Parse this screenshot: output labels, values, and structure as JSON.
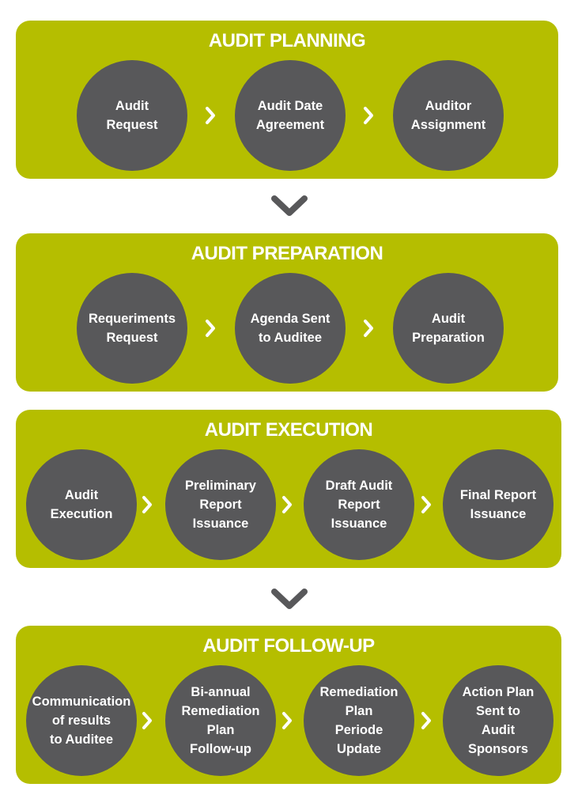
{
  "colors": {
    "panel": "#b5be00",
    "circle": "#58585a",
    "text": "#ffffff",
    "chevron": "#58585a"
  },
  "stages": [
    {
      "title": "AUDIT PLANNING",
      "steps": [
        "Audit\nRequest",
        "Audit Date\nAgreement",
        "Auditor\nAssignment"
      ]
    },
    {
      "title": "AUDIT PREPARATION",
      "steps": [
        "Requeriments\nRequest",
        "Agenda Sent\nto Auditee",
        "Audit\nPreparation"
      ]
    },
    {
      "title": "AUDIT EXECUTION",
      "steps": [
        "Audit\nExecution",
        "Preliminary\nReport\nIssuance",
        "Draft Audit\nReport\nIssuance",
        "Final Report\nIssuance"
      ]
    },
    {
      "title": "AUDIT FOLLOW-UP",
      "steps": [
        "Communication\nof results\nto Auditee",
        "Bi-annual\nRemediation\nPlan\nFollow-up",
        "Remediation\nPlan\nPeriode\nUpdate",
        "Action Plan\nSent to\nAudit\nSponsors"
      ]
    }
  ]
}
